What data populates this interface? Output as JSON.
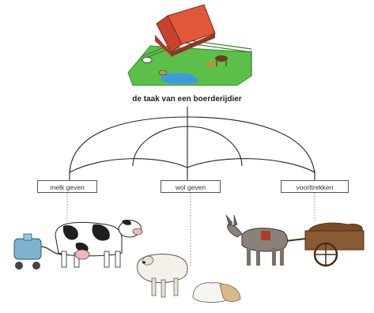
{
  "diagram": {
    "title": "de taak van een boerderijdier",
    "branches": [
      {
        "id": "left",
        "label": "melk geven",
        "animal": "cow"
      },
      {
        "id": "center",
        "label": "wol geven",
        "animal": "sheep"
      },
      {
        "id": "right",
        "label": "voorttrekken",
        "animal": "donkey"
      }
    ]
  },
  "colors": {
    "barn_red": "#e2573a",
    "grass_green": "#5bbf4a",
    "water_blue": "#3b9be0",
    "line": "#222222",
    "dotted": "#888888"
  }
}
